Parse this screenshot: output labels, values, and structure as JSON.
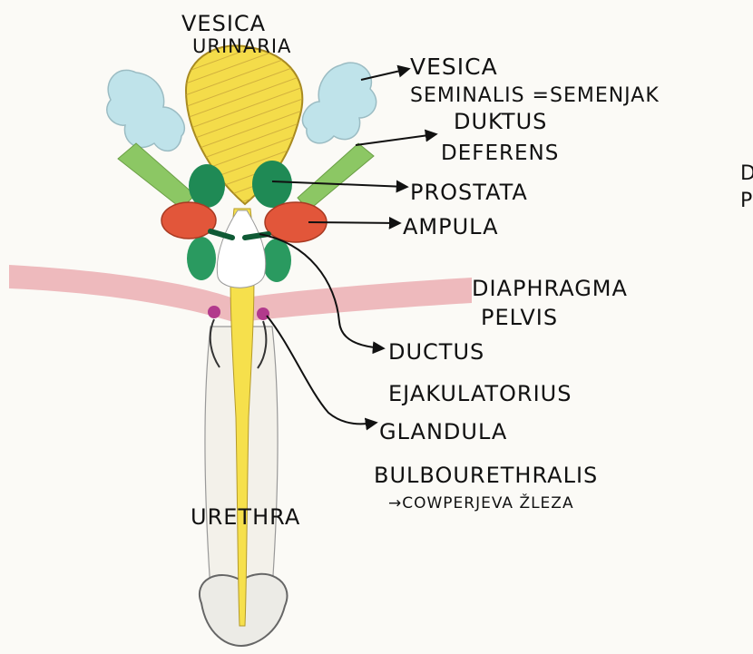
{
  "labels": {
    "vesica_urinaria_1": "VESICA",
    "vesica_urinaria_2": "URINARIA",
    "vesica_seminalis_1": "VESICA",
    "vesica_seminalis_2": "SEMINALIS =SEMENJAK",
    "duktus_deferens_1": "DUKTUS",
    "duktus_deferens_2": "DEFERENS",
    "prostata": "PROSTATA",
    "ampula": "AMPULA",
    "diaphragma_1": "DIAPHRAGMA",
    "diaphragma_2": "PELVIS",
    "ductus_ejac_1": "DUCTUS",
    "ductus_ejac_2": "EJAKULATORIUS",
    "glandula_1": "GLANDULA",
    "glandula_2": "BULBOURETHRALIS",
    "cowper": "→COWPERJEVA ŽLEZA",
    "urethra": "URETHRA",
    "edge_fragment_1": "D",
    "edge_fragment_2": "P"
  },
  "colors": {
    "paper": "#fbfaf6",
    "bladder_yellow": "#f4dc4a",
    "stripe": "#c9a63a",
    "seminal_blue": "#bfe3ea",
    "deferens_green": "#8cc764",
    "prostate_green": "#1f8a55",
    "ampulla_orange": "#e2563a",
    "diaphragm_pink": "#e9a4aa",
    "bulbourethral_purple": "#b23a8c",
    "urethra_yellow": "#f6e04c",
    "outline": "#555555"
  }
}
